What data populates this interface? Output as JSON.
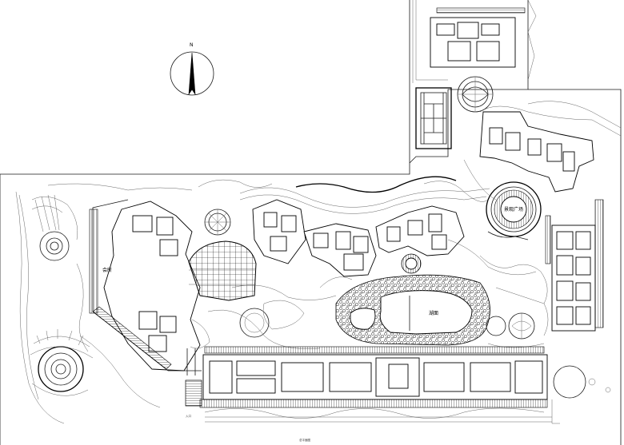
{
  "north_label": "N",
  "labels": {
    "plaza": "景观广场",
    "lake": "湖面",
    "entrance": "入口",
    "left_building": "会所",
    "bottom_title": "总平面图"
  }
}
